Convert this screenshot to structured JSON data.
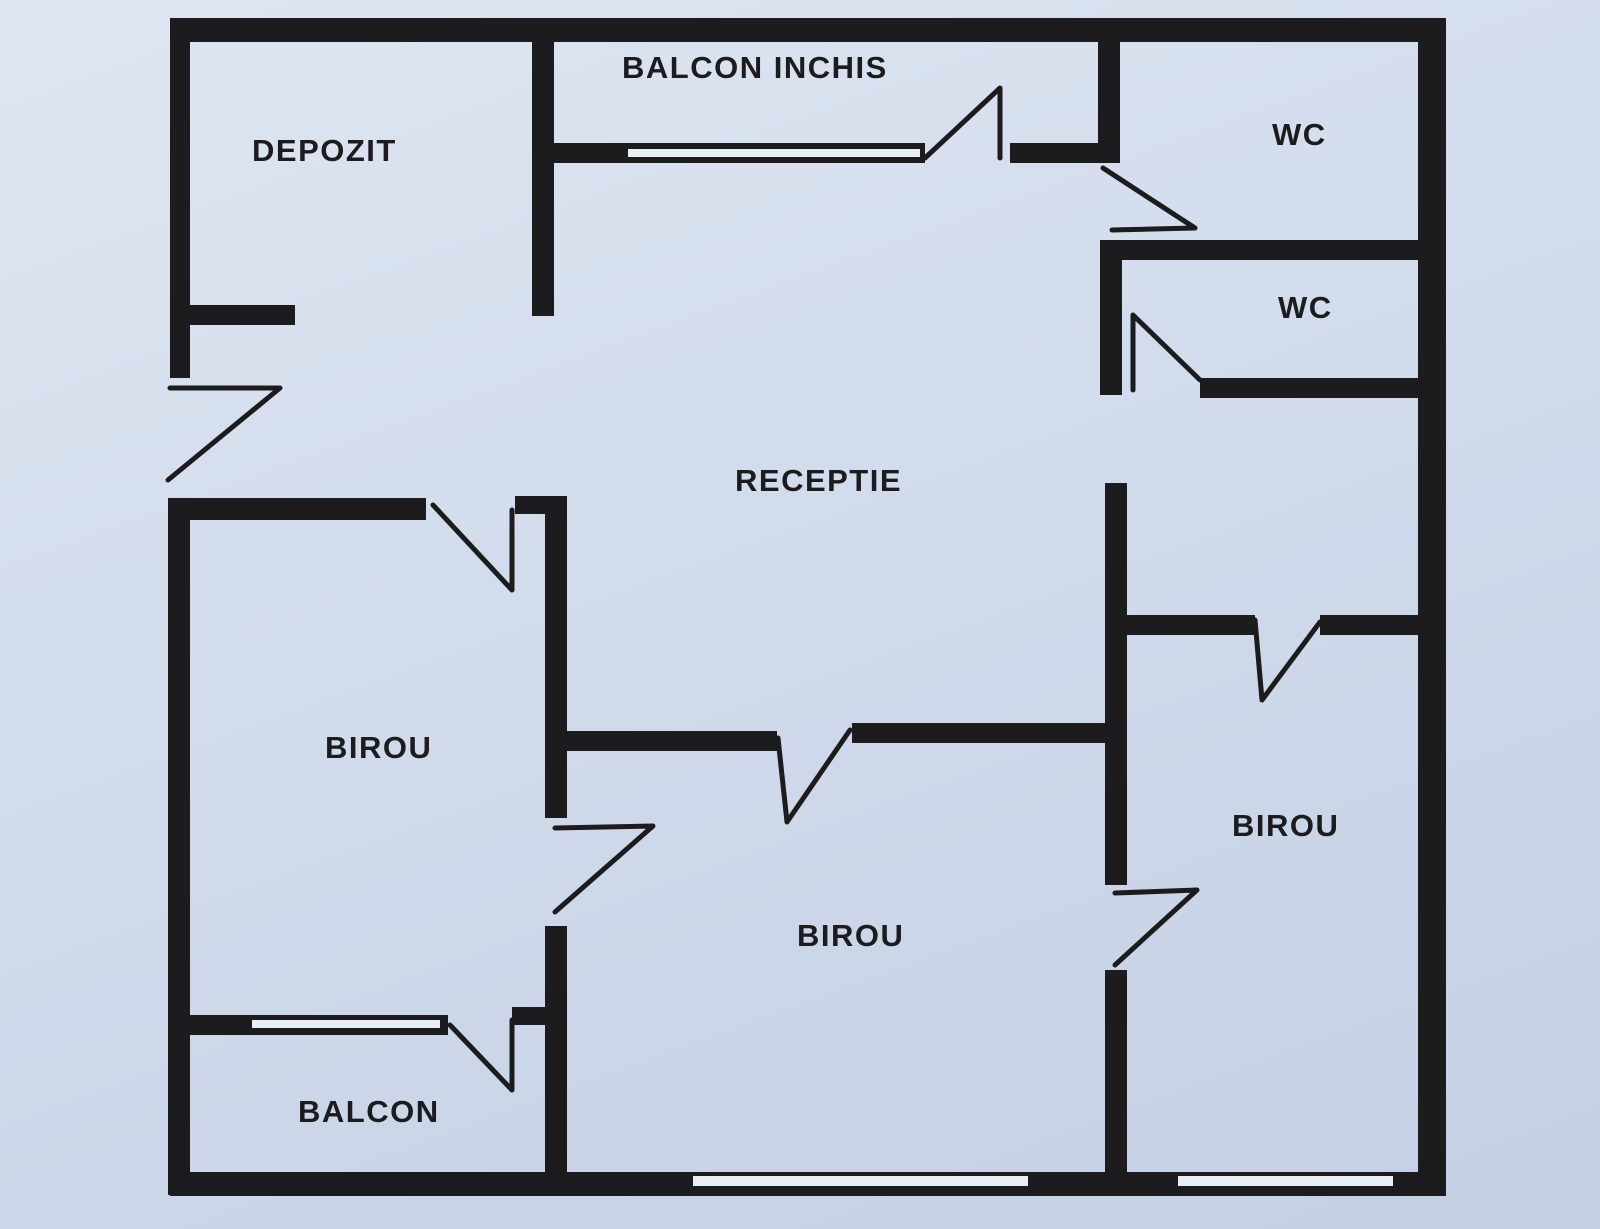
{
  "floor_plan": {
    "rooms": {
      "depozit": "DEPOZIT",
      "balcon_inchis": "BALCON INCHIS",
      "wc_top": "WC",
      "wc_bottom": "WC",
      "receptie": "RECEPTIE",
      "birou_left": "BIROU",
      "birou_center": "BIROU",
      "birou_right": "BIROU",
      "balcon": "BALCON"
    },
    "colors": {
      "ink": "#1c1c1e",
      "paper": "#d6dfee",
      "window_glass": "#e9eef6"
    }
  }
}
